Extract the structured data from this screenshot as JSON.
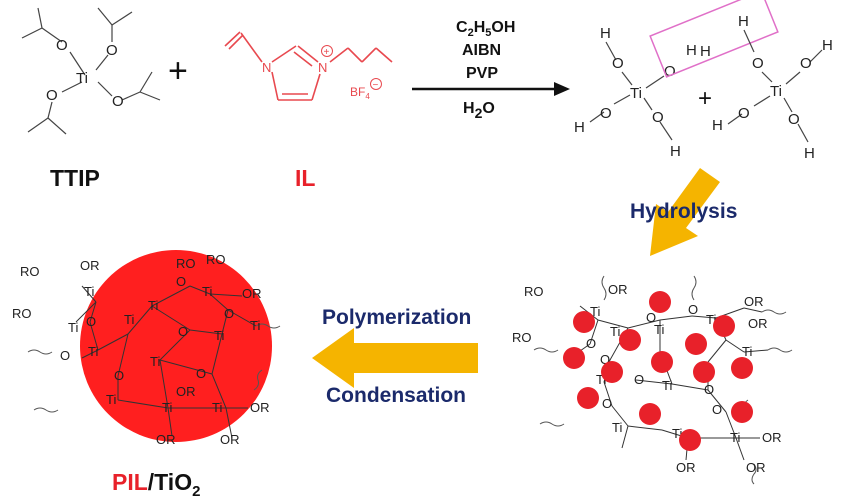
{
  "reactants": {
    "ttip_label": "TTIP",
    "il_label": "IL",
    "plus_1": "+",
    "plus_2": "+",
    "ttip_atoms": {
      "ti": "Ti",
      "o": "O"
    },
    "il_atoms": {
      "n": "N",
      "n_plus": "N",
      "charge_plus": "+",
      "anion": "BF",
      "anion_sub": "4",
      "charge_minus": "−"
    }
  },
  "reagents": {
    "ethanol_c": "C",
    "ethanol_c_sub": "2",
    "ethanol_h": "H",
    "ethanol_h_sub": "5",
    "ethanol_oh": "OH",
    "initiator": "AIBN",
    "stabilizer": "PVP",
    "water_h": "H",
    "water_sub": "2",
    "water_o": "O"
  },
  "hydrolysis_product": {
    "ti": "Ti",
    "o": "O",
    "h": "H"
  },
  "steps": {
    "hydrolysis": "Hydrolysis",
    "polymerization": "Polymerization",
    "condensation": "Condensation"
  },
  "network_atoms": {
    "ti": "Ti",
    "o": "O",
    "ro": "RO",
    "or": "OR"
  },
  "product": {
    "pil": "PIL",
    "slash_ti": "/TiO",
    "sub": "2"
  },
  "colors": {
    "accent_red": "#e8212a",
    "il_pink": "#e8494f",
    "arrow_gold": "#f5b400",
    "process_navy": "#1b2a6b",
    "highlight_box": "#e070c8"
  }
}
